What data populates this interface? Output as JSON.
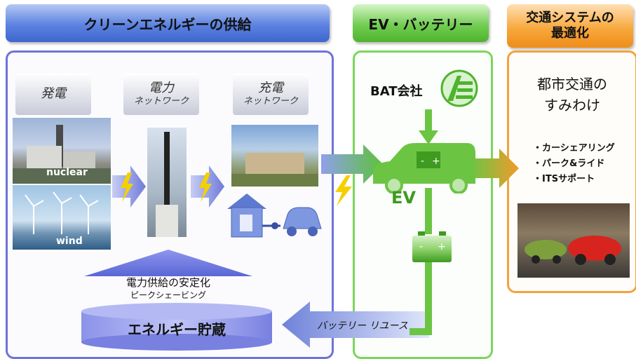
{
  "headers": {
    "clean_energy": "クリーンエネルギーの供給",
    "ev_battery": "EV・バッテリー",
    "traffic_line1": "交通システムの",
    "traffic_line2": "最適化"
  },
  "supply_stages": {
    "generation": "発電",
    "grid_line1": "電力",
    "grid_line2": "ネットワーク",
    "charging_line1": "充電",
    "charging_line2": "ネットワーク"
  },
  "photo_captions": {
    "nuclear": "nuclear",
    "wind": "wind"
  },
  "stabilization": {
    "line1": "電力供給の安定化",
    "line2": "ピークシェービング"
  },
  "storage_label": "エネルギー貯蔵",
  "reuse_label": "バッテリー リユース",
  "bat_company": "BAT会社",
  "ev_label": "EV",
  "traffic": {
    "title_line1": "都市交通の",
    "title_line2": "すみわけ",
    "items": [
      "・カーシェアリング",
      "・パーク&ライド",
      "・ITSサポート"
    ]
  },
  "colors": {
    "blue_accent": "#5c82e0",
    "green_accent": "#6cc443",
    "orange_accent": "#f3a33c",
    "lightning": "#f5d000"
  },
  "icons": [
    "lightning-icon",
    "outlet-icon",
    "car-icon",
    "battery-icon",
    "ev-car-icon",
    "company-logo"
  ]
}
